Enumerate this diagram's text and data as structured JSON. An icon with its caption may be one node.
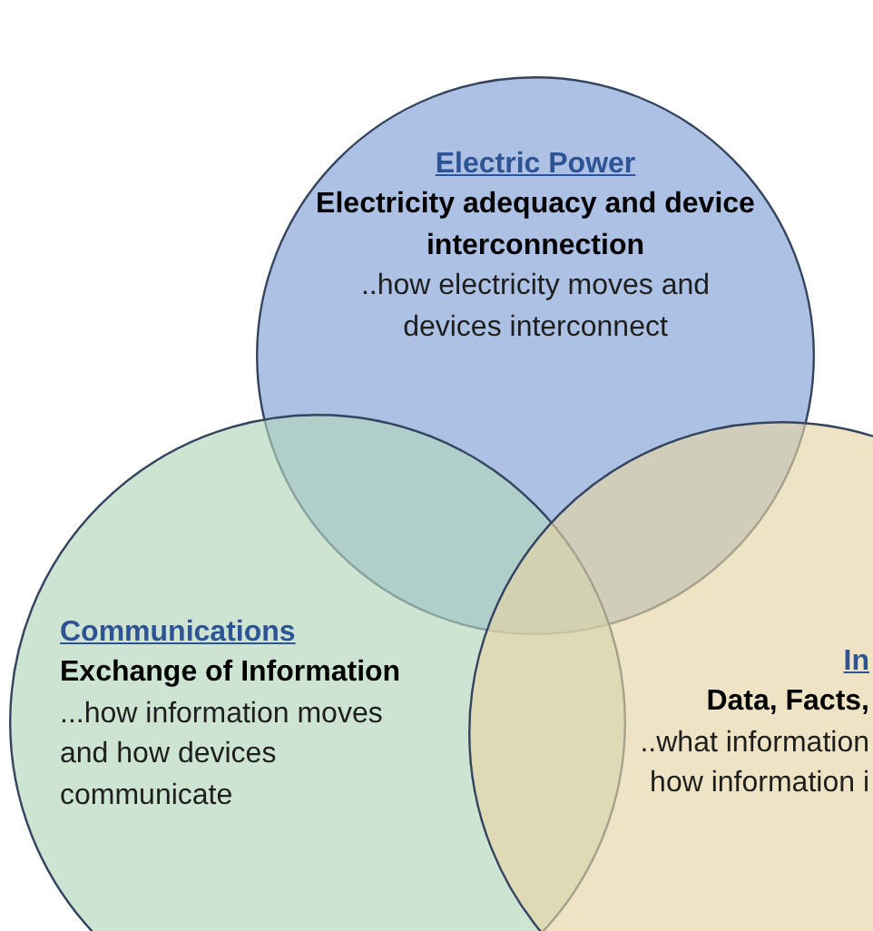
{
  "diagram": {
    "nodes": [
      {
        "text": [
          "Electric Power",
          "Electricity adequacy and device interconnection",
          "..how electricity moves and devices interconnect"
        ]
      },
      {
        "text": [
          "Communications",
          "Exchange of Information",
          "...how information moves and how devices communicate"
        ]
      },
      {
        "text": [
          "In",
          "Data, Facts,",
          "..what information how information i"
        ]
      }
    ]
  }
}
